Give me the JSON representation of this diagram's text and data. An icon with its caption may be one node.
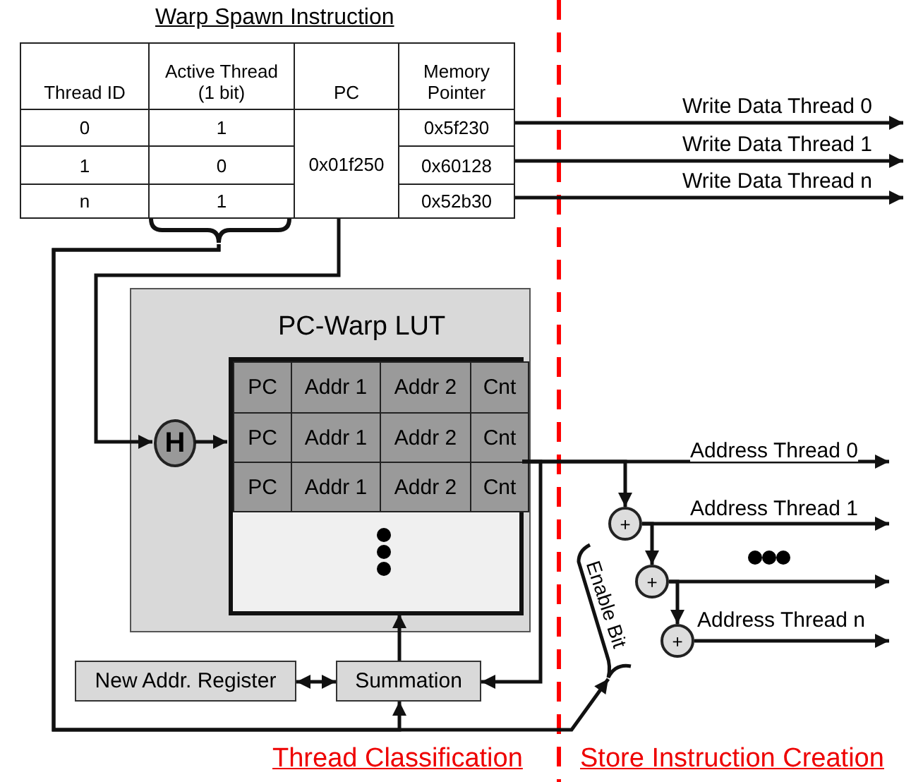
{
  "diagram": {
    "nodes": [
      {
        "text": [
          "Warp Spawn Instruction"
        ]
      },
      {
        "text": [
          "Thread ID"
        ],
        "in": 0
      },
      {
        "text": [
          "Active Thread (1 bit)"
        ],
        "in": 0
      },
      {
        "text": [
          "PC"
        ],
        "in": 0
      },
      {
        "text": [
          "Memory Pointer"
        ],
        "in": 0
      },
      {
        "text": [
          "0"
        ],
        "in": 0
      },
      {
        "text": [
          "1"
        ],
        "in": 0
      },
      {
        "text": [
          "0x01f250"
        ],
        "in": 0
      },
      {
        "text": [
          "0x5f230"
        ],
        "in": 0
      },
      {
        "text": [
          "1"
        ],
        "in": 0
      },
      {
        "text": [
          "0"
        ],
        "in": 0
      },
      {
        "text": [
          "0x60128"
        ],
        "in": 0
      },
      {
        "text": [
          "n"
        ],
        "in": 0
      },
      {
        "text": [
          "1"
        ],
        "in": 0
      },
      {
        "text": [
          "0x52b30"
        ],
        "in": 0
      },
      {
        "text": [],
        "shape": "brace"
      },
      {
        "text": [
          "PC-Warp LUT"
        ]
      },
      {
        "text": [
          "H"
        ],
        "in": 16
      },
      {
        "text": [],
        "shape": "box",
        "in": 16
      },
      {
        "text": [
          "PC"
        ],
        "in": 18
      },
      {
        "text": [
          "Addr 1"
        ],
        "in": 18
      },
      {
        "text": [
          "Addr 2"
        ],
        "in": 18
      },
      {
        "text": [
          "Cnt"
        ],
        "in": 18
      },
      {
        "text": [
          "PC"
        ],
        "in": 18
      },
      {
        "text": [
          "Addr 1"
        ],
        "in": 18
      },
      {
        "text": [
          "Addr 2"
        ],
        "in": 18
      },
      {
        "text": [
          "Cnt"
        ],
        "in": 18
      },
      {
        "text": [
          "PC"
        ],
        "in": 18
      },
      {
        "text": [
          "Addr 1"
        ],
        "in": 18
      },
      {
        "text": [
          "Addr 2"
        ],
        "in": 18
      },
      {
        "text": [
          "Cnt"
        ],
        "in": 18
      },
      {
        "text": [
          "New Addr. Register"
        ]
      },
      {
        "text": [
          "Summation"
        ]
      },
      {
        "text": [
          "+"
        ]
      },
      {
        "text": [
          "+"
        ]
      },
      {
        "text": [
          "+"
        ]
      },
      {
        "text": [
          "Enable Bit"
        ]
      }
    ],
    "edges": [
      {
        "from": 8,
        "to": null,
        "arrow": "to",
        "label": "Write Data Thread 0"
      },
      {
        "from": 11,
        "to": null,
        "arrow": "to",
        "label": "Write Data Thread 1"
      },
      {
        "from": 14,
        "to": null,
        "arrow": "to",
        "label": "Write Data Thread n"
      },
      {
        "from": 7,
        "to": 17,
        "arrow": "to"
      },
      {
        "from": 17,
        "to": 18,
        "arrow": "to"
      },
      {
        "from": 15,
        "to": 32,
        "arrow": "to"
      },
      {
        "from": 15,
        "to": 36,
        "arrow": "to"
      },
      {
        "from": 32,
        "to": 18,
        "arrow": "to"
      },
      {
        "from": 31,
        "to": 32,
        "arrow": "both"
      },
      {
        "from": 18,
        "to": null,
        "arrow": "to",
        "label": "Address Thread 0"
      },
      {
        "from": 18,
        "to": 32,
        "arrow": "to"
      },
      {
        "from": 18,
        "to": 33,
        "arrow": "to"
      },
      {
        "from": 33,
        "to": null,
        "arrow": "to",
        "label": "Address Thread 1"
      },
      {
        "from": 33,
        "to": 34,
        "arrow": "to"
      },
      {
        "from": 34,
        "to": null,
        "arrow": "to"
      },
      {
        "from": 34,
        "to": 35,
        "arrow": "to"
      },
      {
        "from": 35,
        "to": null,
        "arrow": "to",
        "label": "Address Thread n"
      }
    ],
    "labels": [
      "Thread Classification",
      "Store Instruction Creation"
    ]
  }
}
